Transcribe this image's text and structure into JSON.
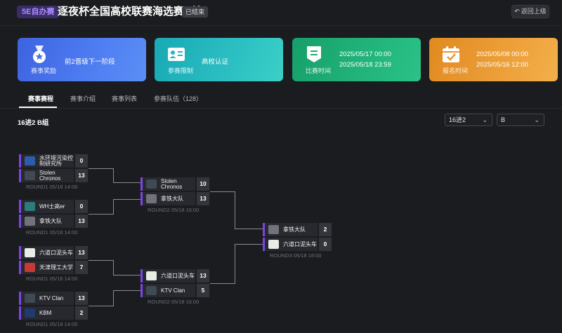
{
  "header": {
    "tag": "5E自办赛",
    "title": "逐夜杯全国高校联赛海选赛A轮",
    "status": "已结束",
    "back_label": "返回上级"
  },
  "cards": [
    {
      "icon": "medal-icon",
      "caption": "赛事奖励",
      "lines": [
        "前2晋级下一阶段"
      ]
    },
    {
      "icon": "id-card-icon",
      "caption": "参赛限制",
      "lines": [
        "高校认证"
      ]
    },
    {
      "icon": "flag-icon",
      "caption": "比赛时间",
      "lines": [
        "2025/05/17 00:00",
        "2025/05/18 23:59"
      ]
    },
    {
      "icon": "calendar-icon",
      "caption": "报名时间",
      "lines": [
        "2025/05/08 00:00",
        "2025/05/16 12:00"
      ]
    }
  ],
  "tabs": [
    {
      "label": "赛事赛程",
      "active": true
    },
    {
      "label": "赛事介绍",
      "active": false
    },
    {
      "label": "赛事列表",
      "active": false
    },
    {
      "label": "参赛队伍（128）",
      "active": false
    }
  ],
  "group_title": "16进2 B组",
  "stage_select": "16进2",
  "group_select": "B",
  "bracket": {
    "round1": [
      {
        "label": "ROUND1 05/18 14:00",
        "teams": [
          {
            "name": "水环境污染控制研究所",
            "score": "0"
          },
          {
            "name": "Stolen Chronos",
            "score": "13"
          }
        ]
      },
      {
        "label": "ROUND1 05/18 14:00",
        "teams": [
          {
            "name": "WH士高er",
            "score": "0"
          },
          {
            "name": "拿铁大队",
            "score": "13"
          }
        ]
      },
      {
        "label": "ROUND1 05/18 14:00",
        "teams": [
          {
            "name": "六道口泥头车",
            "score": "13"
          },
          {
            "name": "天津理工大学",
            "score": "7"
          }
        ]
      },
      {
        "label": "ROUND1 05/18 14:00",
        "teams": [
          {
            "name": "KTV Clan",
            "score": "13"
          },
          {
            "name": "KBM",
            "score": "2"
          }
        ]
      }
    ],
    "round2": [
      {
        "label": "ROUND2 05/18 16:00",
        "teams": [
          {
            "name": "Stolen Chronos",
            "score": "10"
          },
          {
            "name": "拿铁大队",
            "score": "13"
          }
        ]
      },
      {
        "label": "ROUND2 05/18 16:00",
        "teams": [
          {
            "name": "六道口泥头车",
            "score": "13"
          },
          {
            "name": "KTV Clan",
            "score": "5"
          }
        ]
      }
    ],
    "round3": [
      {
        "label": "ROUND3 05/18 18:00",
        "teams": [
          {
            "name": "拿铁大队",
            "score": "2"
          },
          {
            "name": "六道口泥头车",
            "score": "0"
          }
        ]
      }
    ]
  }
}
